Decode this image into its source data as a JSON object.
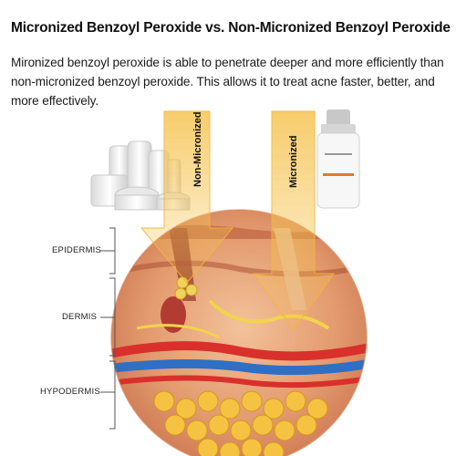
{
  "title": "Micronized Benzoyl Peroxide vs. Non-Micronized Benzoyl Peroxide",
  "description": "Mironized benzoyl peroxide is able to penetrate deeper and more efficiently than non-micronized benzoyl peroxide. This allows it to treat acne faster, better, and more effectively.",
  "arrows": {
    "non_micronized": "Non-Micronized",
    "micronized": "Micronized"
  },
  "skin_layers": [
    "EPIDERMIS",
    "DERMIS",
    "HYPODERMIS"
  ],
  "colors": {
    "arrow": "#f2c14e",
    "skin": "#e6a57a",
    "fat": "#f5c242",
    "artery": "#d9302b",
    "vein": "#2f6fc4"
  }
}
